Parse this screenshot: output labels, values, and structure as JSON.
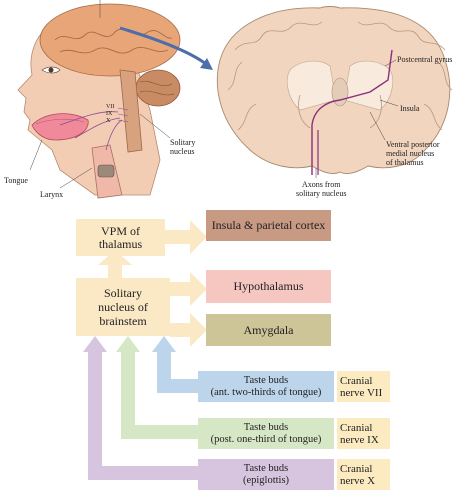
{
  "illustration": {
    "head_labels": {
      "tongue": "Tongue",
      "larynx": "Larynx",
      "solitary_nucleus": "Solitary\nnucleus",
      "nerve_vii": "VII",
      "nerve_ix": "IX",
      "nerve_x": "X"
    },
    "brain_labels": {
      "postcentral_gyrus": "Postcentral gyrus",
      "insula": "Insula",
      "vpm": "Ventral posterior\nmedial nucleus\nof thalamus",
      "axons": "Axons from\nsolitary nucleus"
    }
  },
  "flow": {
    "vpm_line1": "VPM of",
    "vpm_line2": "thalamus",
    "solitary_line1": "Solitary",
    "solitary_line2": "nucleus of",
    "solitary_line3": "brainstem",
    "insula": "Insula & parietal cortex",
    "hypothalamus": "Hypothalamus",
    "amygdala": "Amygdala",
    "taste_anterior_line1": "Taste buds",
    "taste_anterior_line2": "(ant. two-thirds of tongue)",
    "taste_posterior_line1": "Taste buds",
    "taste_posterior_line2": "(post. one-third of tongue)",
    "taste_epiglottis_line1": "Taste buds",
    "taste_epiglottis_line2": "(epiglottis)",
    "nerve_vii_line1": "Cranial",
    "nerve_vii_line2": "nerve VII",
    "nerve_ix_line1": "Cranial",
    "nerve_ix_line2": "nerve IX",
    "nerve_x_line1": "Cranial",
    "nerve_x_line2": "nerve X"
  },
  "colors": {
    "cream": "#fbe8c5",
    "brown": "#c89a83",
    "pink": "#f6c6c0",
    "olive": "#cdc597",
    "blue": "#bcd5eb",
    "green": "#d6e7c6",
    "purple": "#d7c5df",
    "cream_dark": "#fcebc1"
  }
}
